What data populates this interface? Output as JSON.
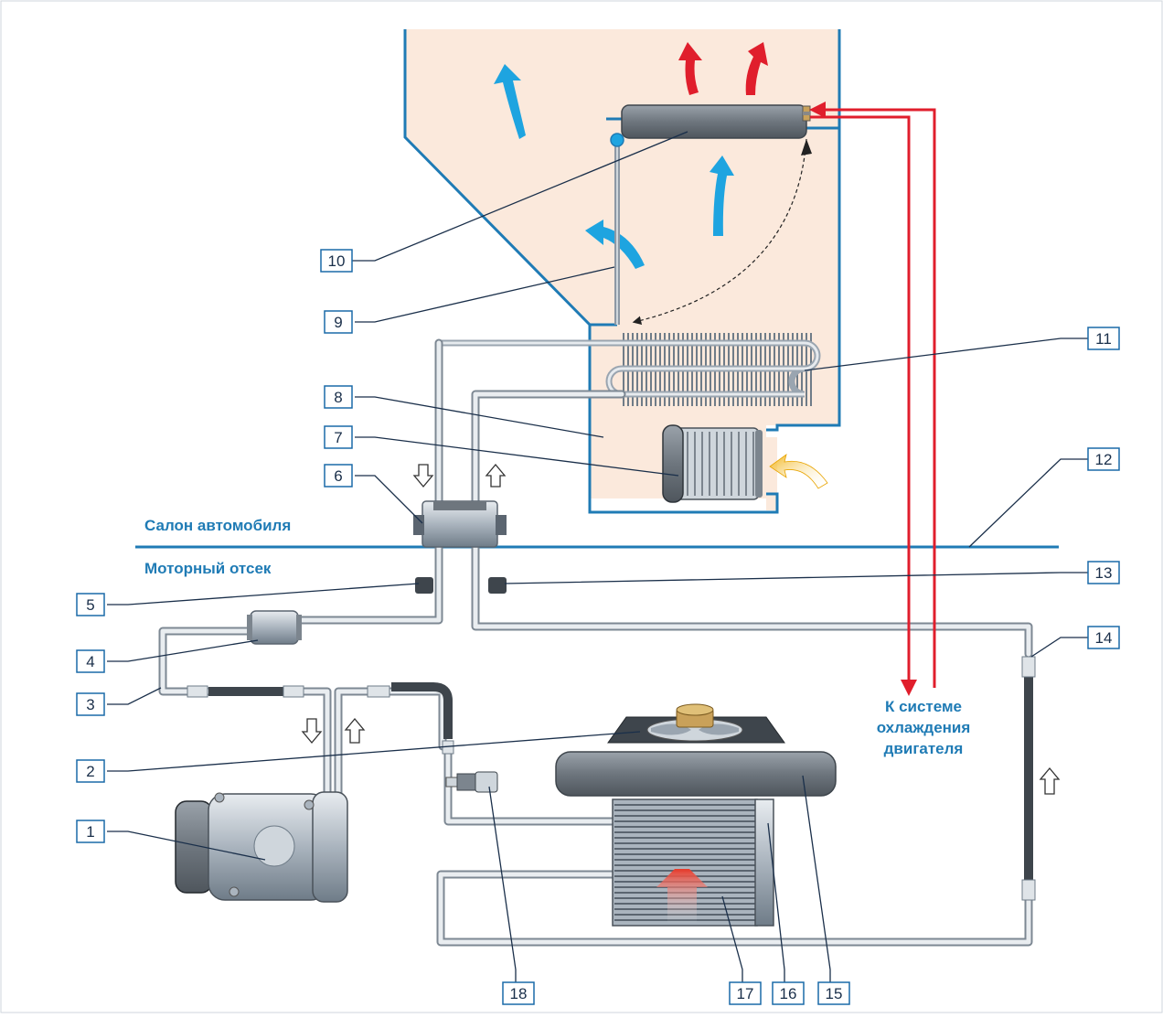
{
  "zones": {
    "cabin": "Салон автомобиля",
    "engine_bay": "Моторный отсек"
  },
  "caption": {
    "line1": "К системе",
    "line2": "охлаждения",
    "line3": "двигателя"
  },
  "callouts": [
    "1",
    "2",
    "3",
    "4",
    "5",
    "6",
    "7",
    "8",
    "9",
    "10",
    "11",
    "12",
    "13",
    "14",
    "15",
    "16",
    "17",
    "18"
  ],
  "colors": {
    "border": "#1f7bb5",
    "cabin_fill": "#fbe9dc",
    "pipe": "#c7ced6",
    "coolant": "#e01e2c",
    "airflow": "#1ea4e0",
    "label_box": "#1a6aa8"
  },
  "icons": [
    "compressor-icon",
    "fan-icon",
    "evaporator-icon",
    "heater-core-icon",
    "blower-icon",
    "condenser-icon",
    "receiver-drier-icon",
    "expansion-valve-icon"
  ]
}
